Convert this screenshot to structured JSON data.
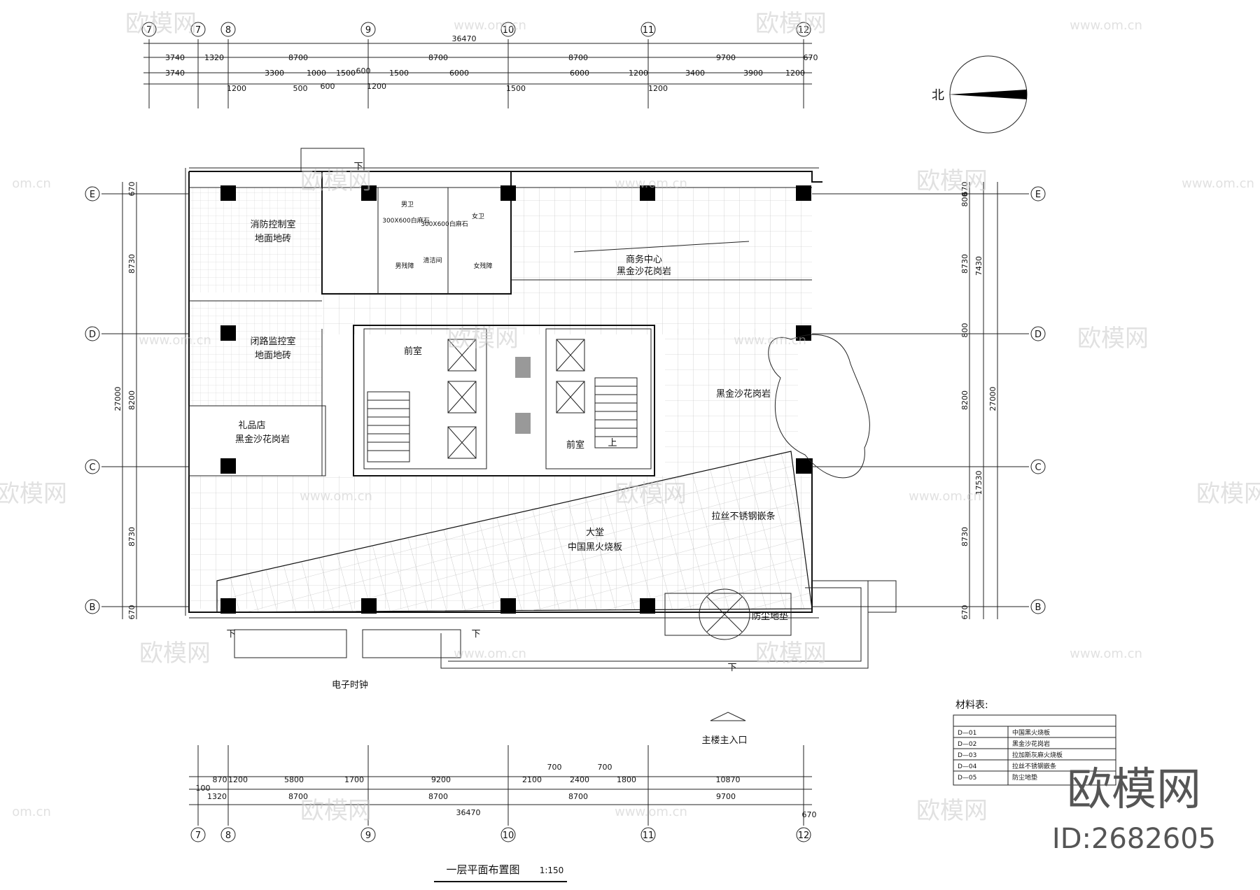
{
  "title": {
    "text": "一层平面布置图",
    "scale": "1:150"
  },
  "north_label": "北",
  "axes": {
    "top_bottom": [
      "7",
      "7",
      "8",
      "9",
      "10",
      "11",
      "12"
    ],
    "left_right": [
      "E",
      "D",
      "C",
      "B"
    ]
  },
  "dimensions": {
    "top_total": "36470",
    "top_row1": [
      "3740",
      "1320",
      "8700",
      "8700",
      "8700",
      "9700",
      "670"
    ],
    "top_row2": [
      "3740"
    ],
    "top_row3": [
      "3300",
      "1000",
      "1500",
      "600",
      "1500",
      "6000",
      "6000",
      "1200",
      "3400",
      "3900",
      "1200"
    ],
    "top_row4": [
      "1200",
      "500",
      "600",
      "1200",
      "1500",
      "1200"
    ],
    "bottom_row1": [
      "870",
      "1200",
      "5800",
      "1700",
      "9200",
      "2100",
      "700",
      "2400",
      "700",
      "1800",
      "10870"
    ],
    "bottom_row2": [
      "100",
      "1320",
      "8700",
      "8700",
      "8700",
      "9700",
      "670"
    ],
    "bottom_total": "36470",
    "left_outer": "27000",
    "left_inner": [
      "670",
      "8730",
      "8200",
      "8730",
      "670"
    ],
    "right_outer": "27000",
    "right_mid": [
      "7430",
      "17530"
    ],
    "right_inner": [
      "670",
      "800",
      "8730",
      "800",
      "8200",
      "8730",
      "670"
    ]
  },
  "rooms": [
    {
      "name": "消防控制室",
      "finish": "地面地砖"
    },
    {
      "name": "闭路监控室",
      "finish": "地面地砖"
    },
    {
      "name": "礼品店",
      "finish": "黑金沙花岗岩"
    },
    {
      "name": "商务中心",
      "finish": "黑金沙花岗岩"
    },
    {
      "name": "大堂",
      "finish": "中国黑火烧板"
    }
  ],
  "labels": {
    "granite_east": "黑金沙花岗岩",
    "steel_strip": "拉丝不锈钢嵌条",
    "dust_mat": "防尘地垫",
    "clock": "电子时钟",
    "main_entrance": "主楼主入口",
    "anteroom": "前室",
    "up": "上",
    "down": "下",
    "male_wc": "男卫",
    "female_wc": "女卫",
    "janitor": "清洁间",
    "tile_spec1": "300X600白麻石",
    "tile_spec2": "300X600白麻石",
    "male_disabled": "男残障",
    "female_disabled": "女残障"
  },
  "materials": {
    "heading": "材料表:",
    "rows": [
      {
        "code": "D—01",
        "name": "中国黑火烧板"
      },
      {
        "code": "D—02",
        "name": "黑金沙花岗岩"
      },
      {
        "code": "D—03",
        "name": "拉加斯灰麻火烧板"
      },
      {
        "code": "D—04",
        "name": "拉丝不锈钢嵌条"
      },
      {
        "code": "D—05",
        "name": "防尘地垫"
      }
    ]
  },
  "watermark": {
    "brand": "欧模网",
    "url": "www.om.cn",
    "short": "om.cn",
    "id": "ID:2682605"
  }
}
